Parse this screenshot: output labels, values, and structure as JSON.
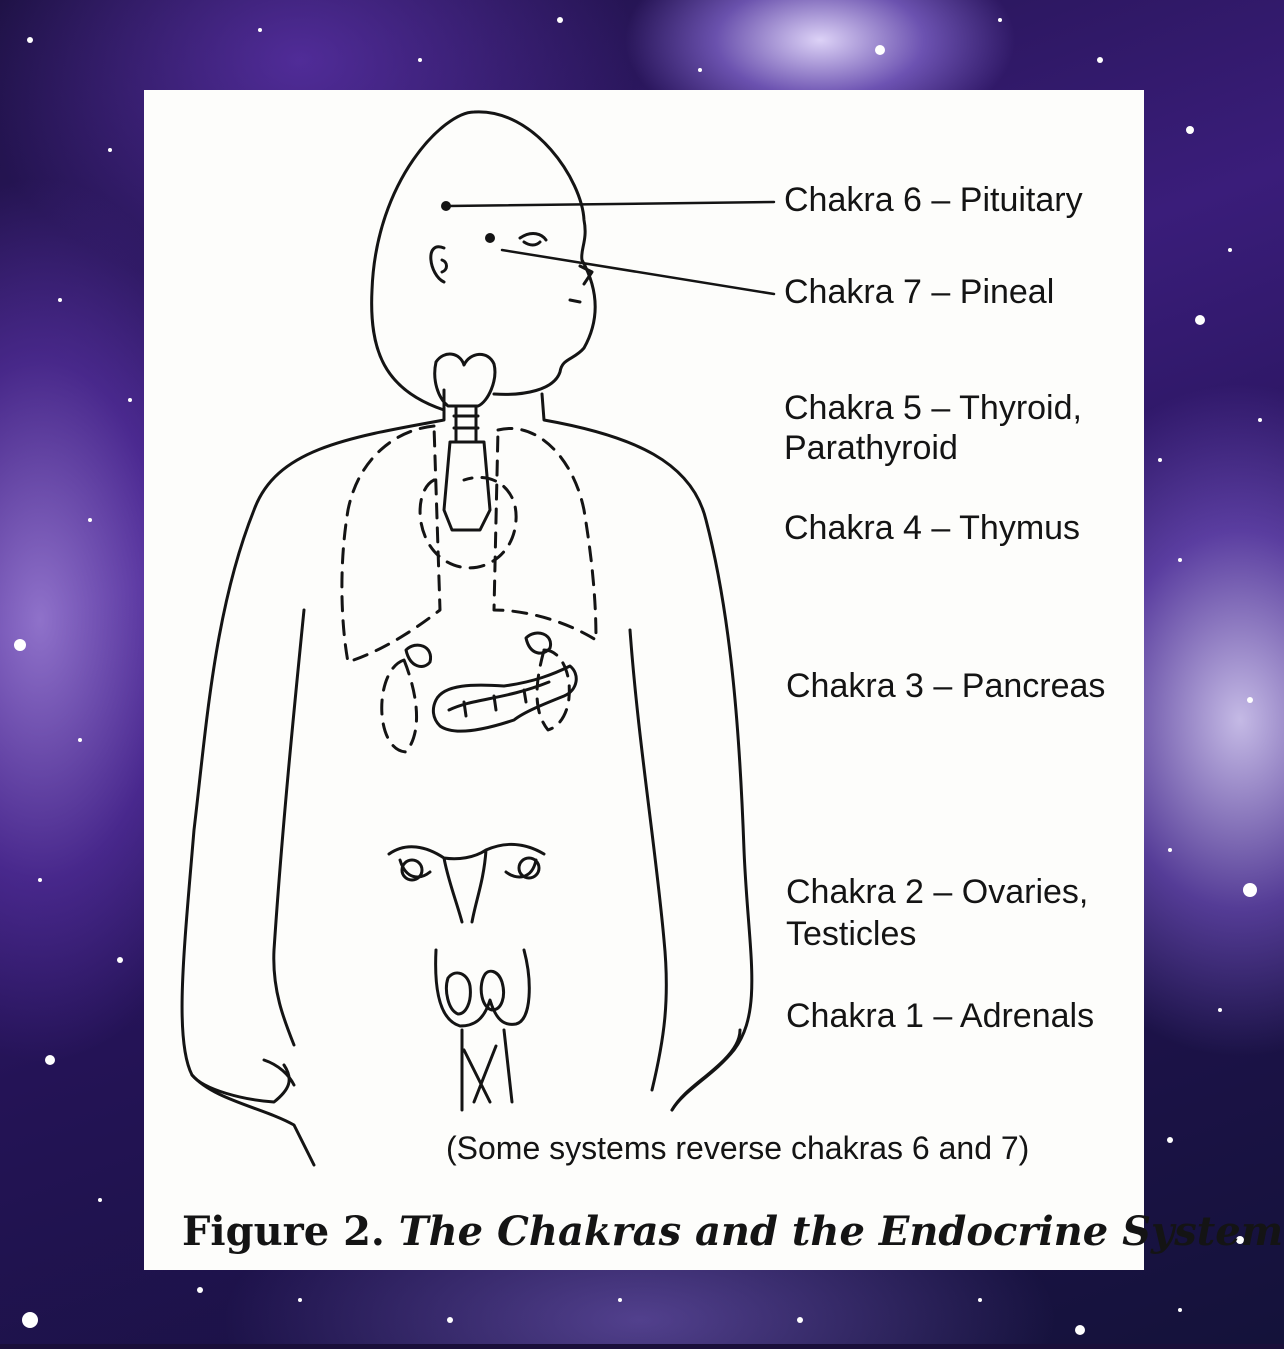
{
  "labels": {
    "chakra6": "Chakra 6 – Pituitary",
    "chakra7": "Chakra 7 – Pineal",
    "chakra5_line1": "Chakra 5 – Thyroid,",
    "chakra5_line2": "Parathyroid",
    "chakra4": "Chakra 4 – Thymus",
    "chakra3": "Chakra 3 – Pancreas",
    "chakra2_line1": "Chakra 2 – Ovaries,",
    "chakra2_line2": "Testicles",
    "chakra1": "Chakra 1 – Adrenals"
  },
  "note": "(Some systems reverse chakras 6 and 7)",
  "caption": {
    "prefix": "Figure 2.",
    "title": "The Chakras and the Endocrine System"
  },
  "colors": {
    "background": "#2a1660",
    "panel": "#fdfdfb",
    "ink": "#141414"
  }
}
